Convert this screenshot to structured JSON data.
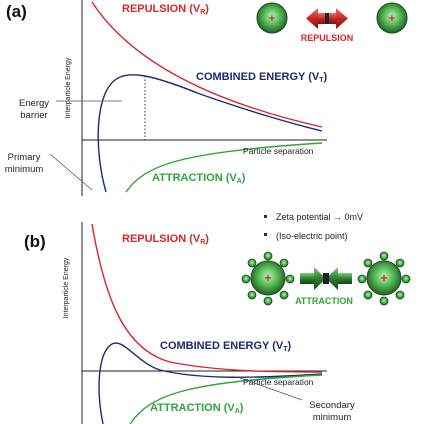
{
  "panel_a": {
    "label": "(a)",
    "y_axis_label": "Interparticle Energy",
    "repulsion": {
      "text": "REPULSION (V",
      "sub": "R",
      "close": ")"
    },
    "combined": {
      "text": "COMBINED ENERGY (V",
      "sub": "T",
      "close": ")"
    },
    "attraction": {
      "text": "ATTRACTION (V",
      "sub": "A",
      "close": ")"
    },
    "x_axis_label": "Particle separation",
    "energy_barrier": [
      "Energy",
      "barrier"
    ],
    "primary_minimum": [
      "Primary",
      "minimum"
    ],
    "arrow_label": "REPULSION",
    "particle_charge": "+"
  },
  "panel_b": {
    "label": "(b)",
    "y_axis_label": "Interparticle Energy",
    "repulsion": {
      "text": "REPULSION (V",
      "sub": "R",
      "close": ")"
    },
    "combined": {
      "text": "COMBINED ENERGY (V",
      "sub": "T",
      "close": ")"
    },
    "attraction": {
      "text": "ATTRACTION (V",
      "sub": "A",
      "close": ")"
    },
    "x_axis_label": "Particle separation",
    "secondary_minimum": [
      "Secondary",
      "minimum"
    ],
    "bullets": [
      "Zeta potential → 0mV",
      "(Iso-electric point)"
    ],
    "arrow_label": "ATTRACTION",
    "particle_charge": "+",
    "ion_charge": "−"
  },
  "colors": {
    "repulsion": "#d8262b",
    "attraction": "#2fa53a",
    "combined": "#1f2a6e",
    "particle_outer": "#2e7d32",
    "particle_inner": "#7fd37f",
    "arrow_red": "#c62828",
    "arrow_green": "#2e7d32"
  },
  "icons": [
    "particle-sphere-icon",
    "double-arrow-icon",
    "converging-arrows-icon",
    "ion-icon"
  ]
}
